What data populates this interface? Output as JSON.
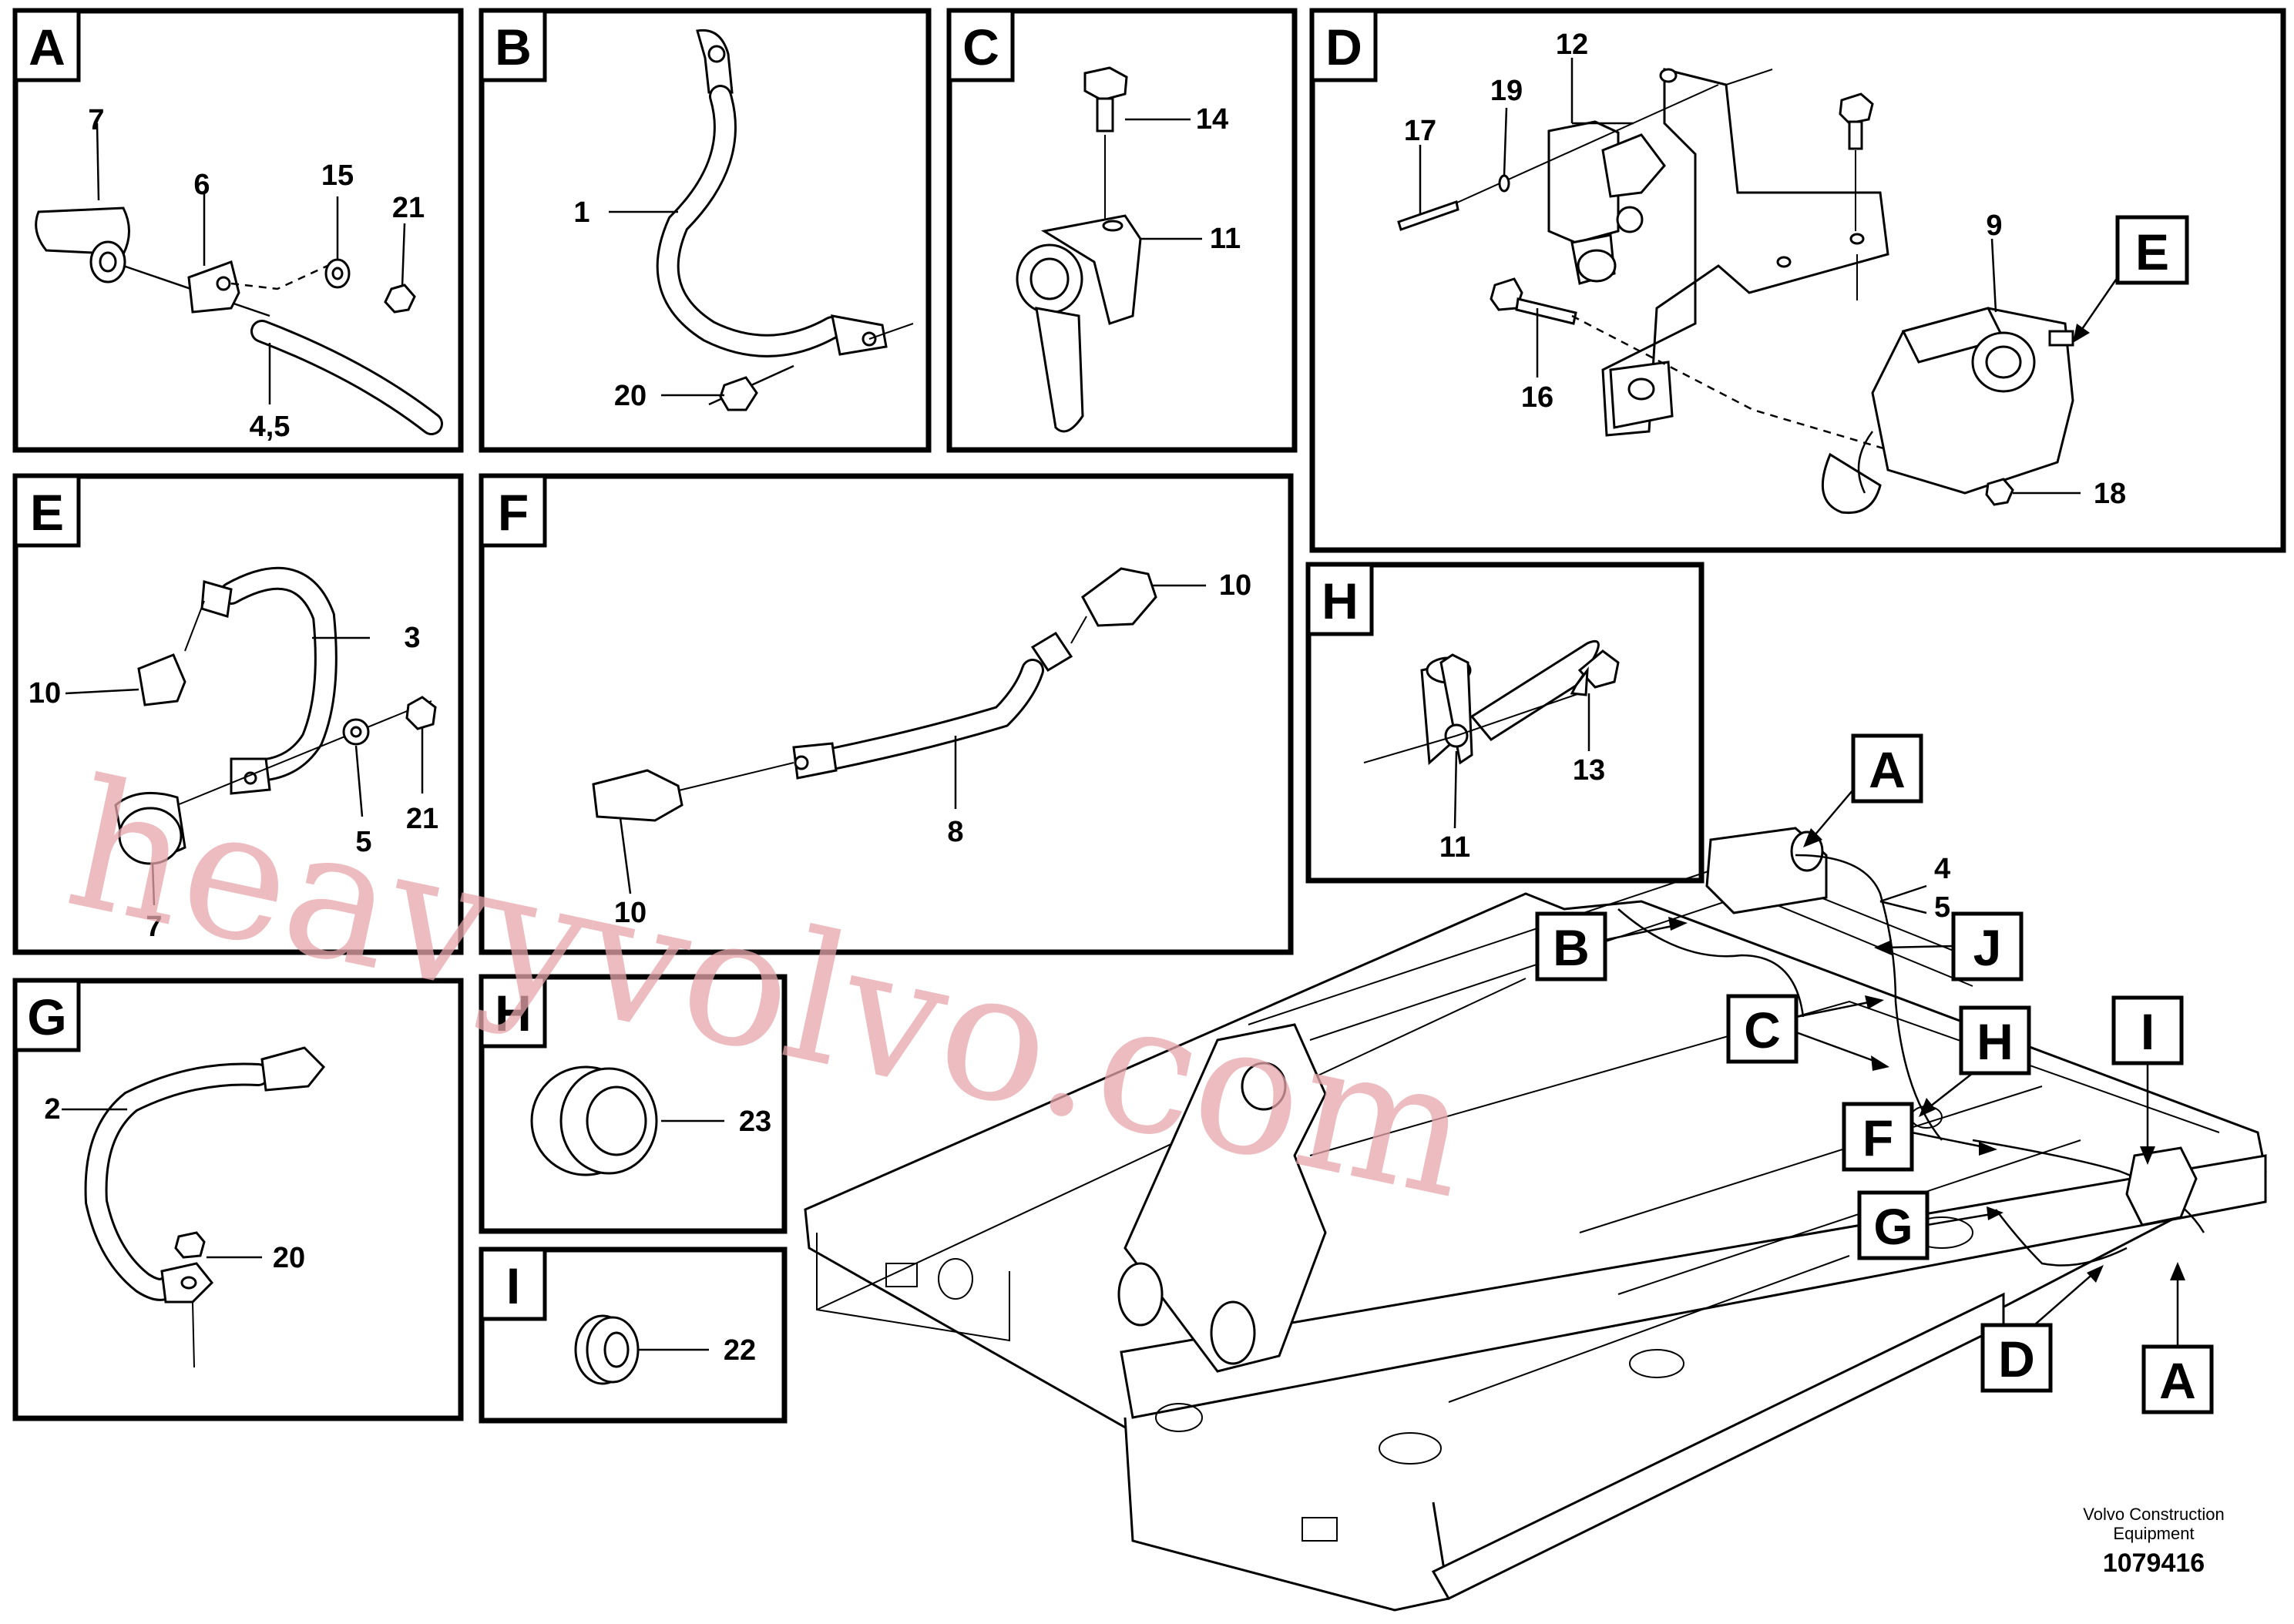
{
  "panels": {
    "A": {
      "label": "A",
      "parts": [
        "7",
        "6",
        "15",
        "21",
        "4,5"
      ]
    },
    "B": {
      "label": "B",
      "parts": [
        "1",
        "20"
      ]
    },
    "C": {
      "label": "C",
      "parts": [
        "14",
        "11"
      ]
    },
    "D": {
      "label": "D",
      "parts": [
        "12",
        "17",
        "19",
        "9",
        "16",
        "18"
      ],
      "tag": "E"
    },
    "E": {
      "label": "E",
      "parts": [
        "3",
        "10",
        "5",
        "21",
        "7"
      ]
    },
    "F": {
      "label": "F",
      "parts": [
        "10",
        "8",
        "10"
      ]
    },
    "G": {
      "label": "G",
      "parts": [
        "2",
        "20"
      ]
    },
    "H_top": {
      "label": "H",
      "parts": [
        "13",
        "11"
      ]
    },
    "H_bottom": {
      "label": "H",
      "parts": [
        "23"
      ]
    },
    "I": {
      "label": "I",
      "parts": [
        "22"
      ]
    }
  },
  "overview": {
    "callouts": [
      "A",
      "B",
      "J",
      "C",
      "H",
      "I",
      "F",
      "G",
      "D",
      "A"
    ],
    "parts": [
      "4",
      "5"
    ]
  },
  "watermark": "heavyvolvo.com",
  "footer": {
    "maker_line1": "Volvo Construction",
    "maker_line2": "Equipment",
    "ref_number": "1079416"
  }
}
